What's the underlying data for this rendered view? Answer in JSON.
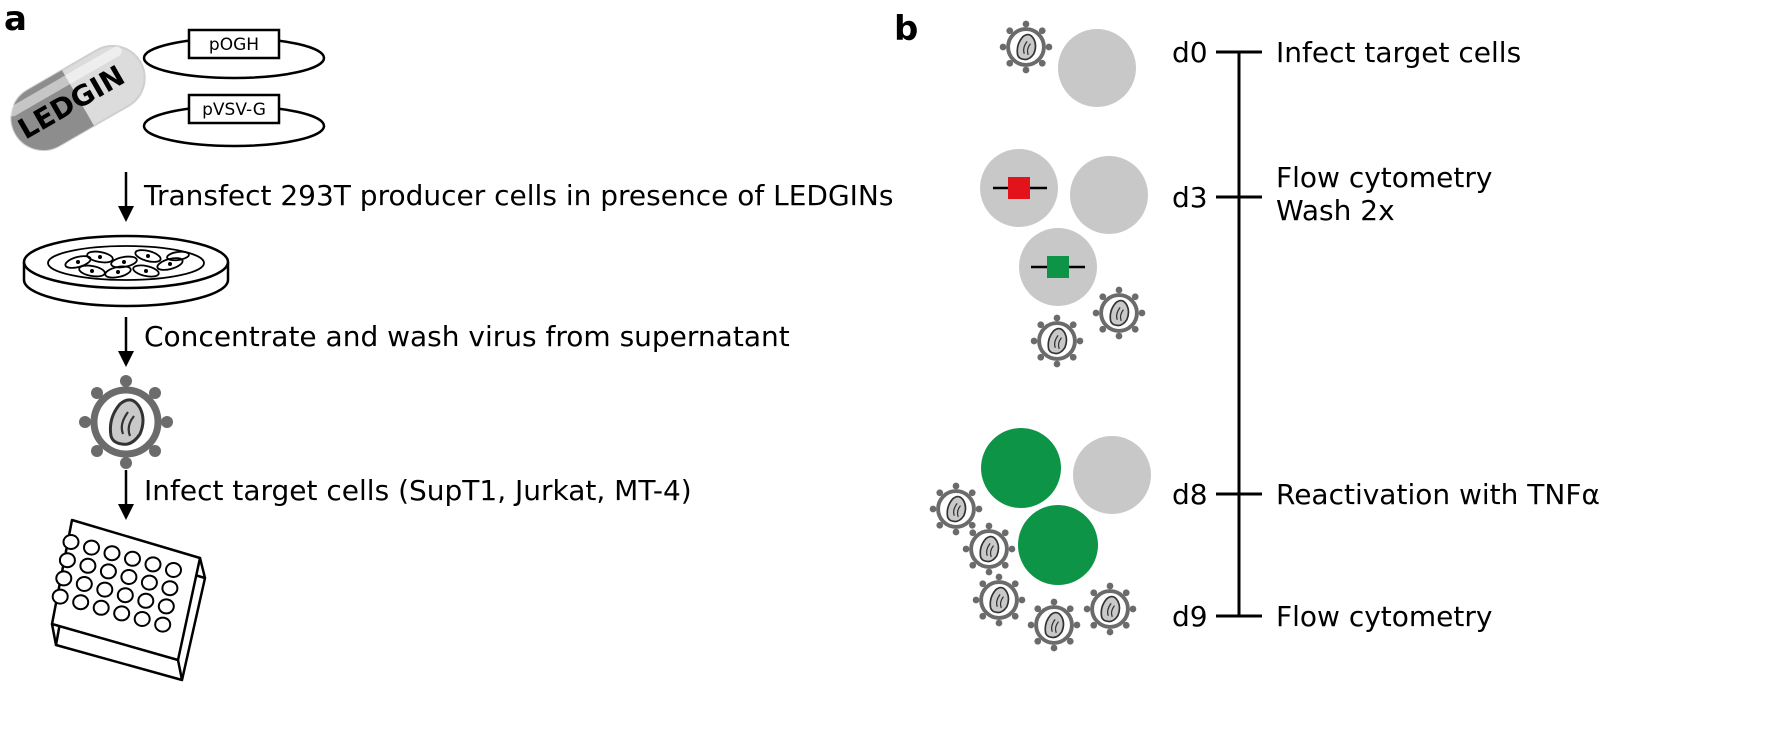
{
  "panel_a": {
    "label": "a",
    "pill_text": "LEDGIN",
    "plasmids": [
      "pOGH",
      "pVSV-G"
    ],
    "steps": [
      "Transfect 293T producer cells in presence of LEDGINs",
      "Concentrate and wash virus from supernatant",
      "Infect target cells (SupT1, Jurkat, MT-4)"
    ]
  },
  "panel_b": {
    "label": "b",
    "timeline": [
      {
        "day": "d0",
        "events": [
          "Infect target cells"
        ]
      },
      {
        "day": "d3",
        "events": [
          "Flow cytometry",
          "Wash 2x"
        ]
      },
      {
        "day": "d8",
        "events": [
          "Reactivation with TNFα"
        ]
      },
      {
        "day": "d9",
        "events": [
          "Flow cytometry"
        ]
      }
    ]
  },
  "colors": {
    "cell_gray": "#c8c8c8",
    "virus_gray": "#6b6b6b",
    "green": "#0d9447",
    "red": "#e3131b",
    "line": "#000000"
  }
}
